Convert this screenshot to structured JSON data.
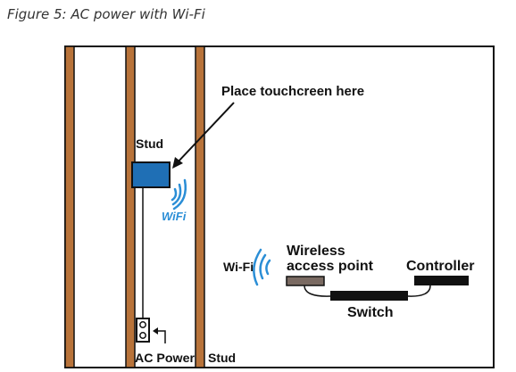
{
  "caption": "Figure 5: AC power with Wi-Fi",
  "labels": {
    "place_touchscreen": "Place touchcreen here",
    "stud_top": "Stud",
    "wifi_device": "WiFi",
    "wifi_network": "Wi-Fi",
    "wireless_access_point_line1": "Wireless",
    "wireless_access_point_line2": "access point",
    "controller": "Controller",
    "switch": "Switch",
    "ac_power": "AC Power",
    "stud_bottom": "Stud"
  },
  "colors": {
    "stud": "#b8733a",
    "touchscreen": "#1f6fb5",
    "wifi": "#2b8ed6",
    "access_point": "#7a6a62",
    "switch": "#111111",
    "outline": "#111111"
  },
  "icons": {
    "wifi_device": "wifi-waves-icon",
    "wifi_network": "wifi-waves-icon",
    "ac_outlet": "power-outlet-icon"
  }
}
